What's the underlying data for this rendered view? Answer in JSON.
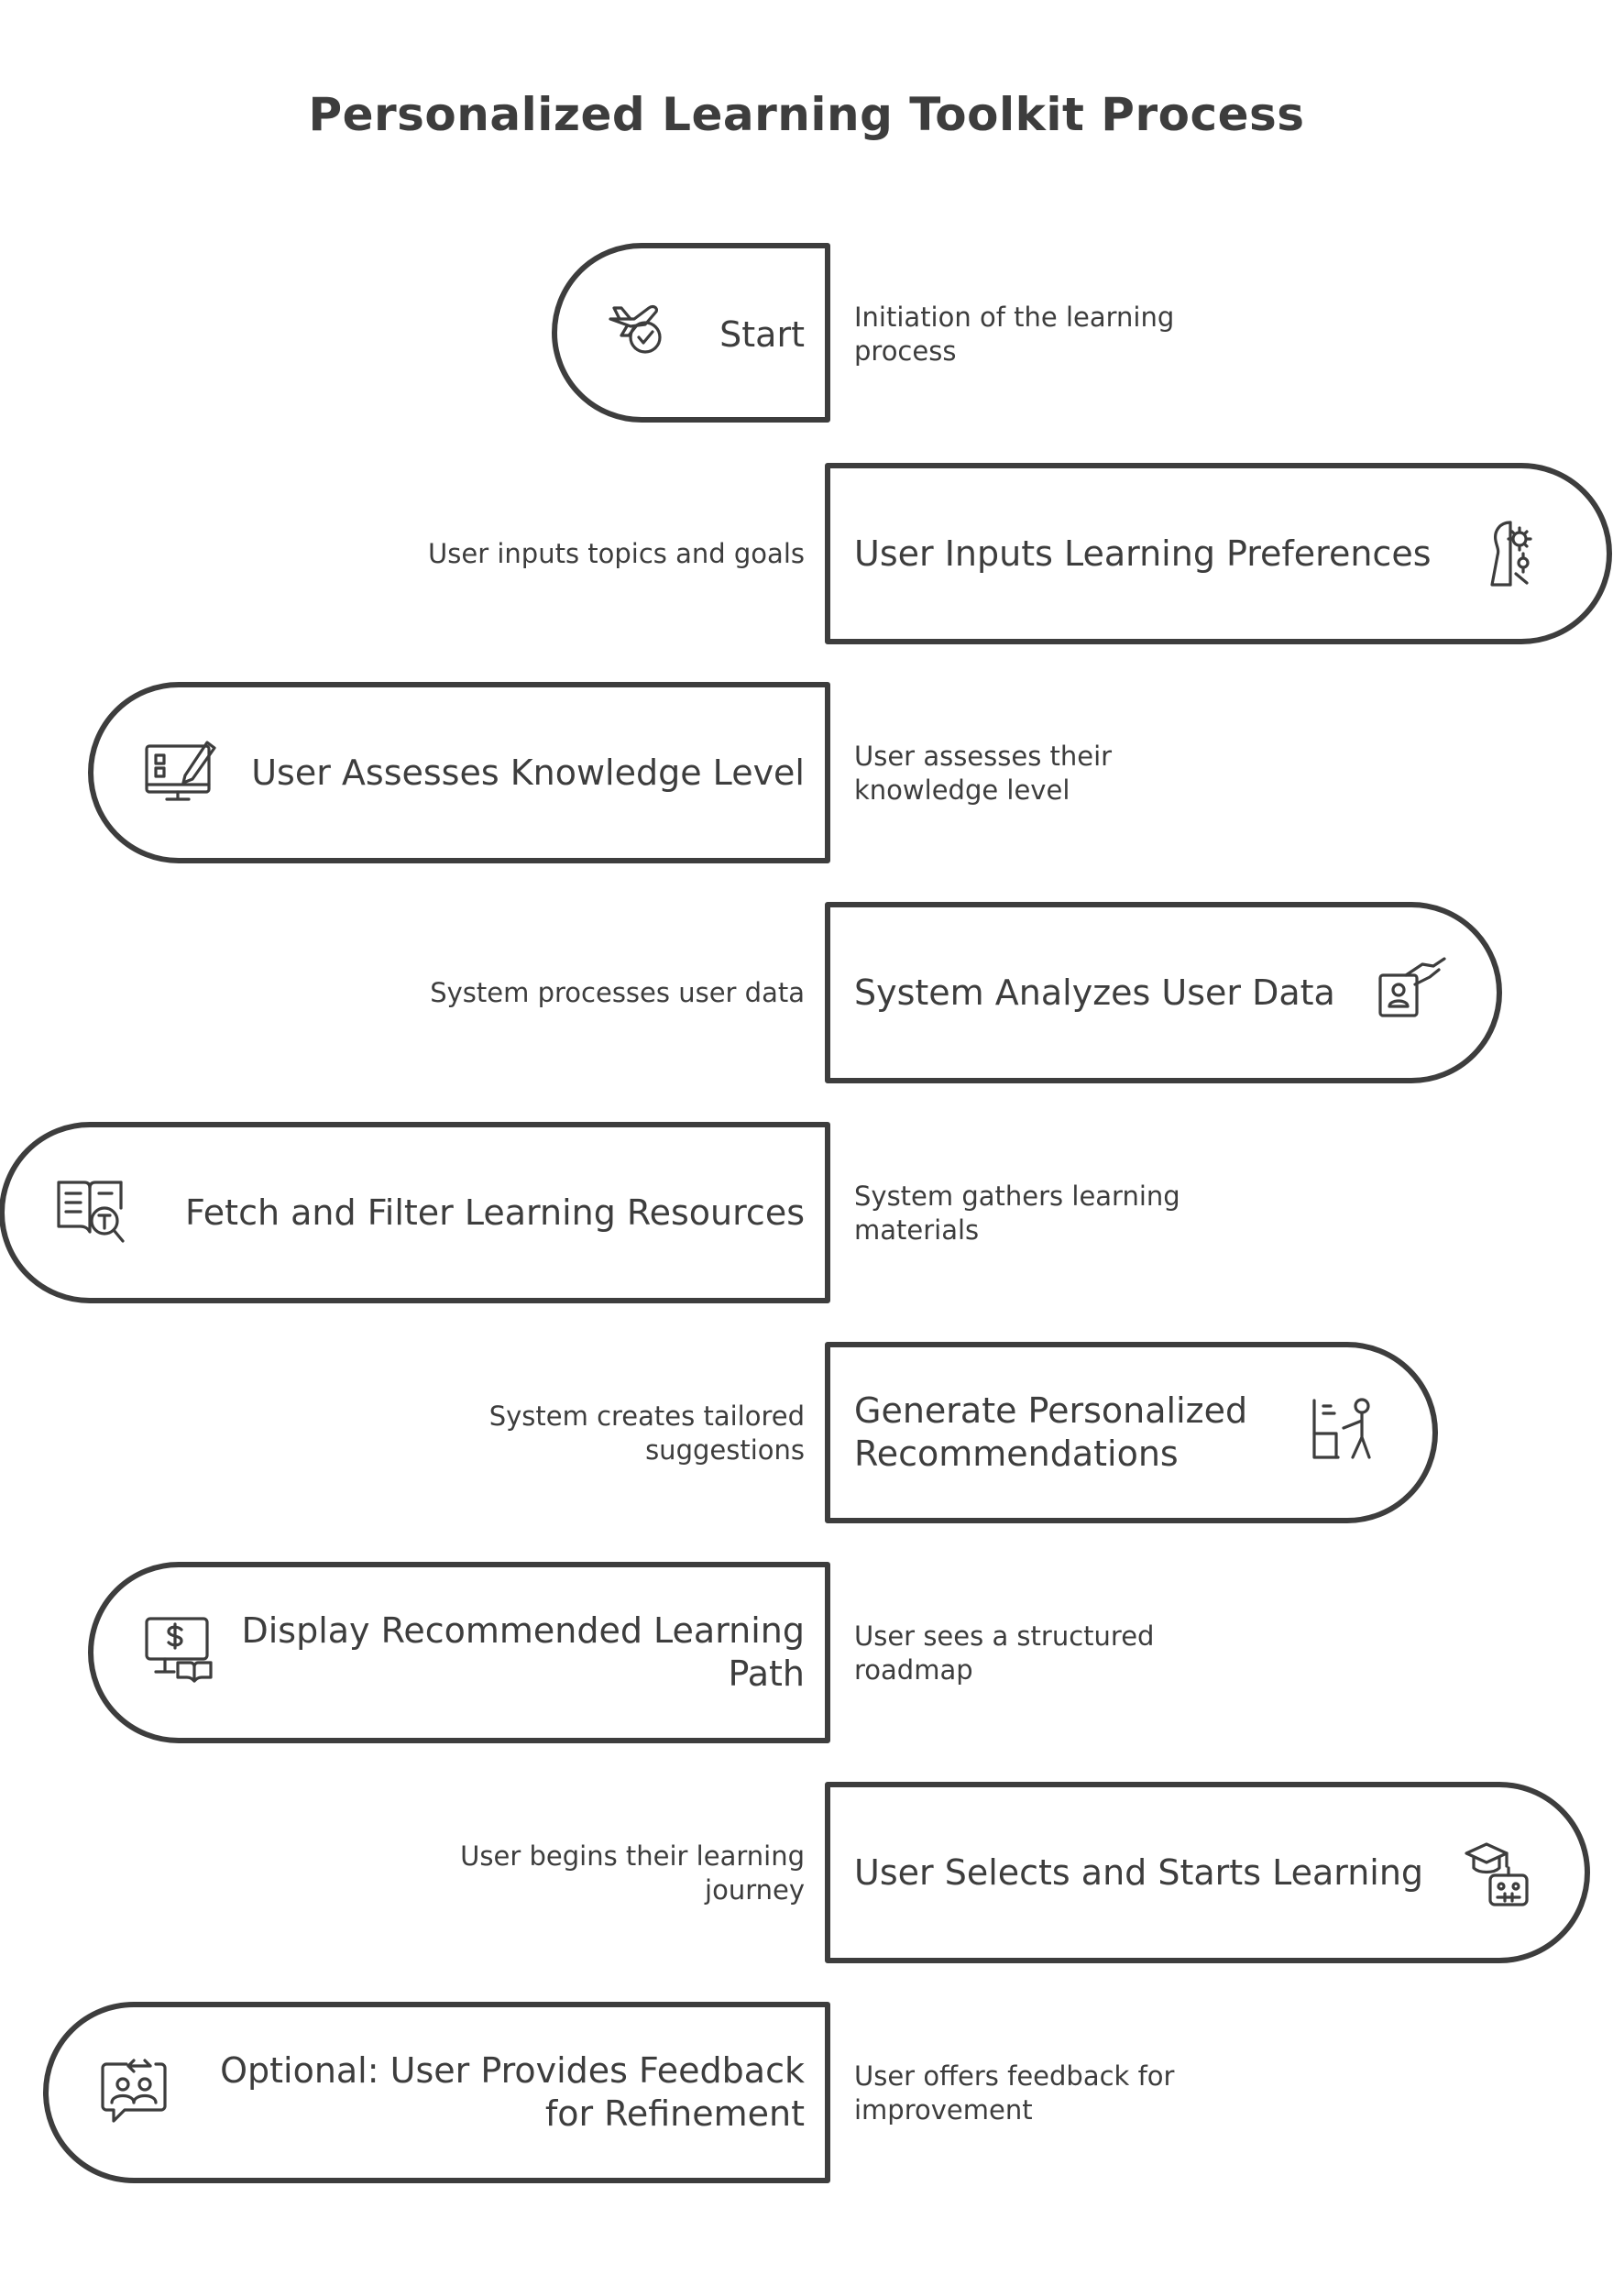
{
  "title": "Personalized Learning Toolkit Process",
  "steps": [
    {
      "label": "Start",
      "description": "Initiation of the learning process",
      "icon": "airplane-check-icon"
    },
    {
      "label": "User Inputs Learning Preferences",
      "description": "User inputs topics and goals",
      "icon": "head-gears-icon"
    },
    {
      "label": "User Assesses Knowledge Level",
      "description": "User assesses their knowledge level",
      "icon": "monitor-checklist-icon"
    },
    {
      "label": "System Analyzes User Data",
      "description": "System processes user data",
      "icon": "hand-user-card-icon"
    },
    {
      "label": "Fetch and Filter Learning Resources",
      "description": "System gathers learning materials",
      "icon": "book-search-icon"
    },
    {
      "label": "Generate Personalized Recommendations",
      "description": "System creates tailored suggestions",
      "icon": "teacher-board-icon"
    },
    {
      "label": "Display Recommended Learning Path",
      "description": "User sees a structured roadmap",
      "icon": "monitor-dollar-book-icon"
    },
    {
      "label": "User Selects and Starts Learning",
      "description": "User begins their learning journey",
      "icon": "graduation-cap-robot-icon"
    },
    {
      "label": "Optional: User Provides Feedback for Refinement",
      "description": "User offers feedback for improvement",
      "icon": "feedback-users-icon"
    }
  ]
}
